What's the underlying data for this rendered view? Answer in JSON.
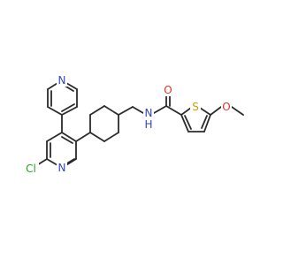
{
  "molecule": {
    "atom_labels": {
      "n_pyridine_top": "N",
      "n_pyridine_core": "N",
      "cl": "Cl",
      "nh": "N",
      "h": "H",
      "o_carbonyl": "O",
      "s": "S",
      "o_methoxy": "O"
    },
    "colors": {
      "bond": "#2b2b2b",
      "nitrogen": "#2f49b8",
      "oxygen": "#e4322b",
      "sulfur": "#c8a000",
      "chlorine": "#2aa12a"
    }
  }
}
